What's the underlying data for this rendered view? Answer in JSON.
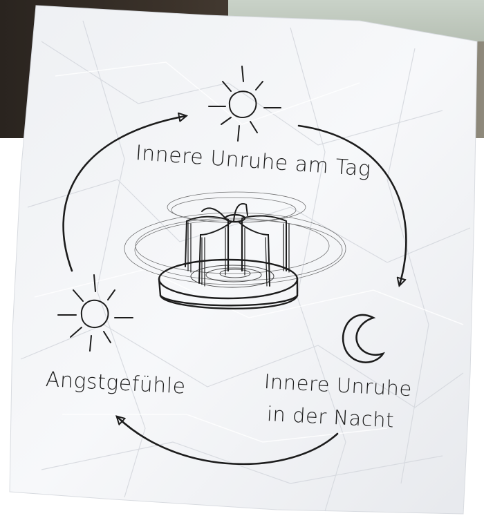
{
  "diagram": {
    "node_top": "Innere Unruhe am Tag",
    "node_left": "Angstgefühle",
    "node_right_line1": "Innere Unruhe",
    "node_right_line2": "in der Nacht"
  },
  "icons": [
    "sun-icon",
    "sun-icon",
    "moon-icon",
    "carousel-icon"
  ],
  "colors": {
    "ink": "#1c1c1c",
    "paper": "#f4f5f7"
  }
}
